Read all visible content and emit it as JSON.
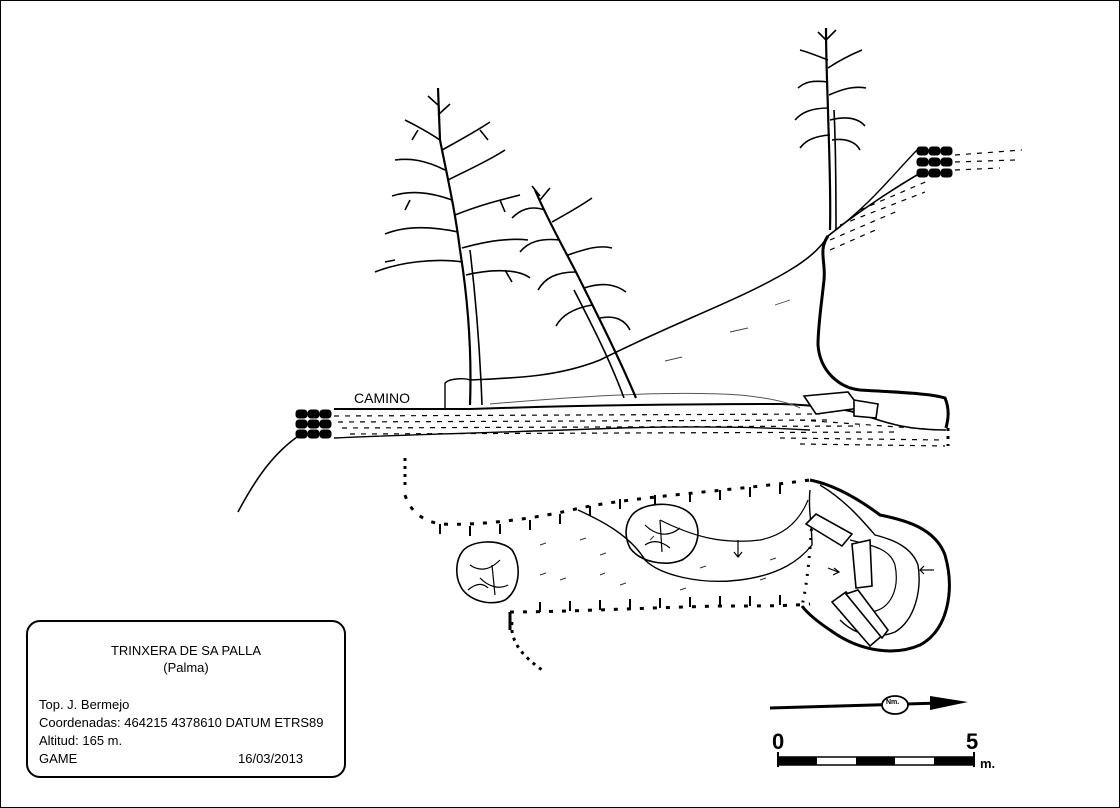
{
  "section": {
    "camino_label": "CAMINO"
  },
  "info": {
    "title": "TRINXERA DE SA PALLA",
    "subtitle": "(Palma)",
    "surveyor": "Top.  J. Bermejo",
    "coordinates": "Coordenadas: 464215 4378610   DATUM ETRS89",
    "altitude": "Altitud: 165 m.",
    "group": "GAME",
    "date": "16/03/2013"
  },
  "north_arrow": {
    "label": "Nm."
  },
  "scale_bar": {
    "start": "0",
    "end": "5",
    "unit": "m."
  }
}
